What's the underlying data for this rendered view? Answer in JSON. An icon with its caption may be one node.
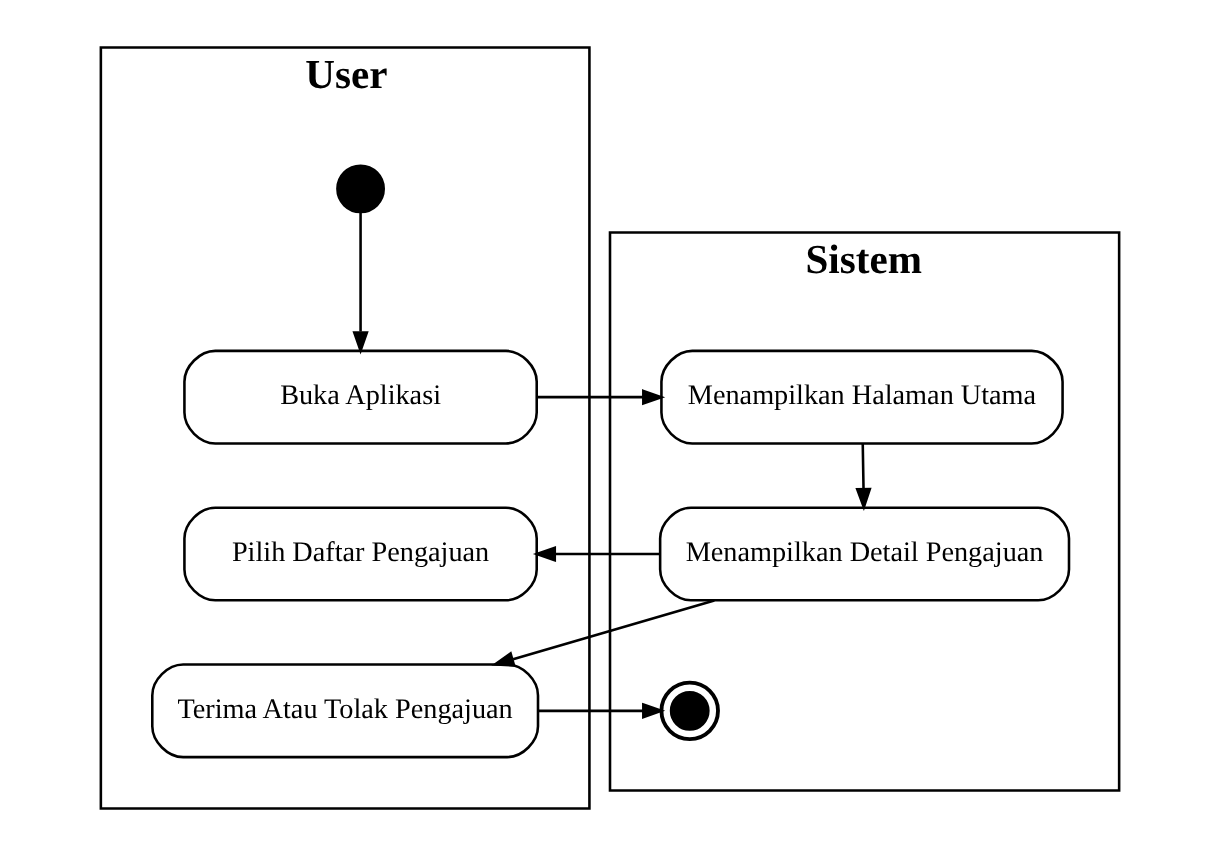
{
  "diagram": {
    "nodes": [
      {
        "text": [
          "User"
        ]
      },
      {
        "text": [
          "Sistem"
        ]
      },
      {
        "text": [],
        "shape": "circle",
        "in": 0
      },
      {
        "text": [
          "Buka Aplikasi"
        ],
        "in": 0
      },
      {
        "text": [
          "Menampilkan Halaman Utama"
        ],
        "in": 1
      },
      {
        "text": [
          "Pilih Daftar Pengajuan"
        ],
        "in": 0
      },
      {
        "text": [
          "Menampilkan Detail Pengajuan"
        ],
        "in": 1
      },
      {
        "text": [
          "Terima Atau Tolak Pengajuan"
        ],
        "in": 0
      },
      {
        "text": [],
        "shape": "bullseye",
        "in": 1
      }
    ],
    "edges": [
      {
        "from": 2,
        "to": 3,
        "arrow": "to"
      },
      {
        "from": 3,
        "to": 4,
        "arrow": "to"
      },
      {
        "from": 4,
        "to": 6,
        "arrow": "to"
      },
      {
        "from": 6,
        "to": 5,
        "arrow": "to"
      },
      {
        "from": 6,
        "to": 7,
        "arrow": "to"
      },
      {
        "from": 7,
        "to": 8,
        "arrow": "to"
      }
    ]
  }
}
